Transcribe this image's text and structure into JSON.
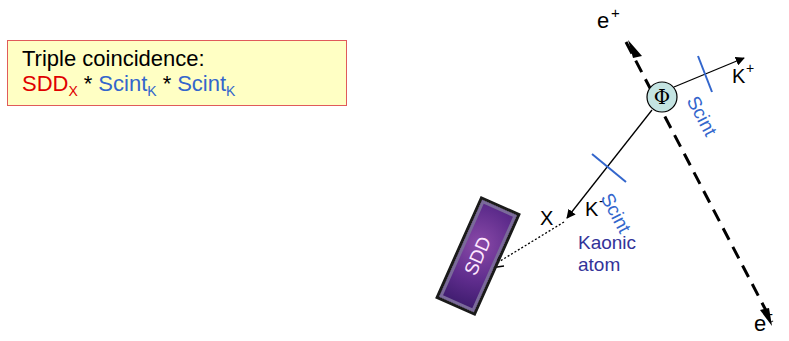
{
  "diagram": {
    "nodes": [
      {
        "text": [
          "Triple coincidence:",
          "SDD",
          "X",
          "*",
          "Scint",
          "K",
          "*",
          "Scint",
          "K"
        ]
      },
      {
        "text": [
          "Φ"
        ]
      },
      {
        "text": [
          "SDD"
        ]
      }
    ],
    "labels": [
      "e",
      "+",
      "K",
      "+",
      "Scint",
      "K",
      "-",
      "X",
      "Scint",
      "Kaonic atom",
      "e",
      "-"
    ]
  }
}
